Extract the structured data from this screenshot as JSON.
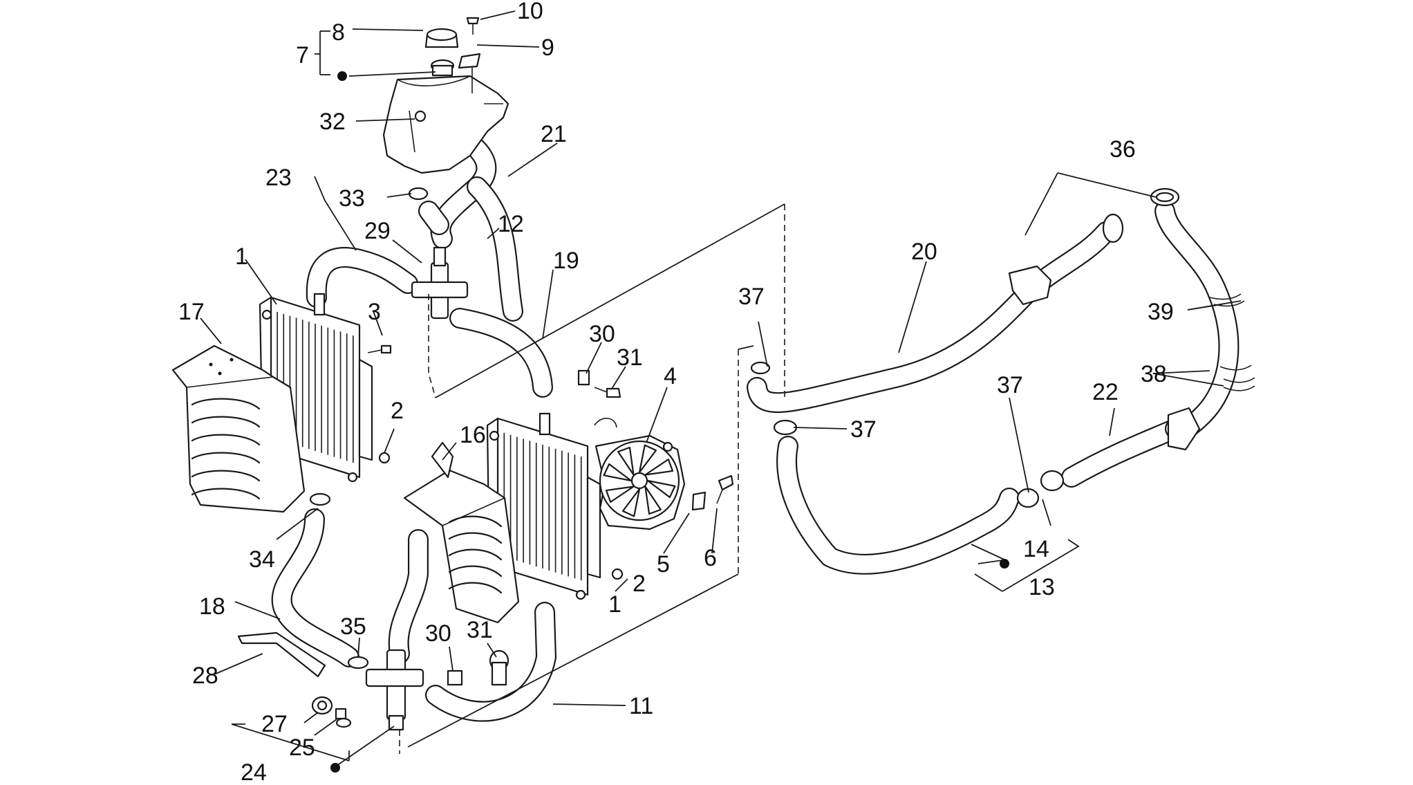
{
  "callouts": {
    "c1a": "1",
    "c1b": "1",
    "c2a": "2",
    "c2b": "2",
    "c3": "3",
    "c4": "4",
    "c5": "5",
    "c6": "6",
    "c7": "7",
    "c8": "8",
    "c9": "9",
    "c10": "10",
    "c11": "11",
    "c12": "12",
    "c13": "13",
    "c14": "14",
    "c16": "16",
    "c17": "17",
    "c18": "18",
    "c19": "19",
    "c20": "20",
    "c21": "21",
    "c22": "22",
    "c23": "23",
    "c24": "24",
    "c25": "25",
    "c27": "27",
    "c28": "28",
    "c29": "29",
    "c30a": "30",
    "c30b": "30",
    "c31a": "31",
    "c31b": "31",
    "c32": "32",
    "c33": "33",
    "c34": "34",
    "c35": "35",
    "c36": "36",
    "c37a": "37",
    "c37b": "37",
    "c37c": "37",
    "c38": "38",
    "c39": "39"
  }
}
